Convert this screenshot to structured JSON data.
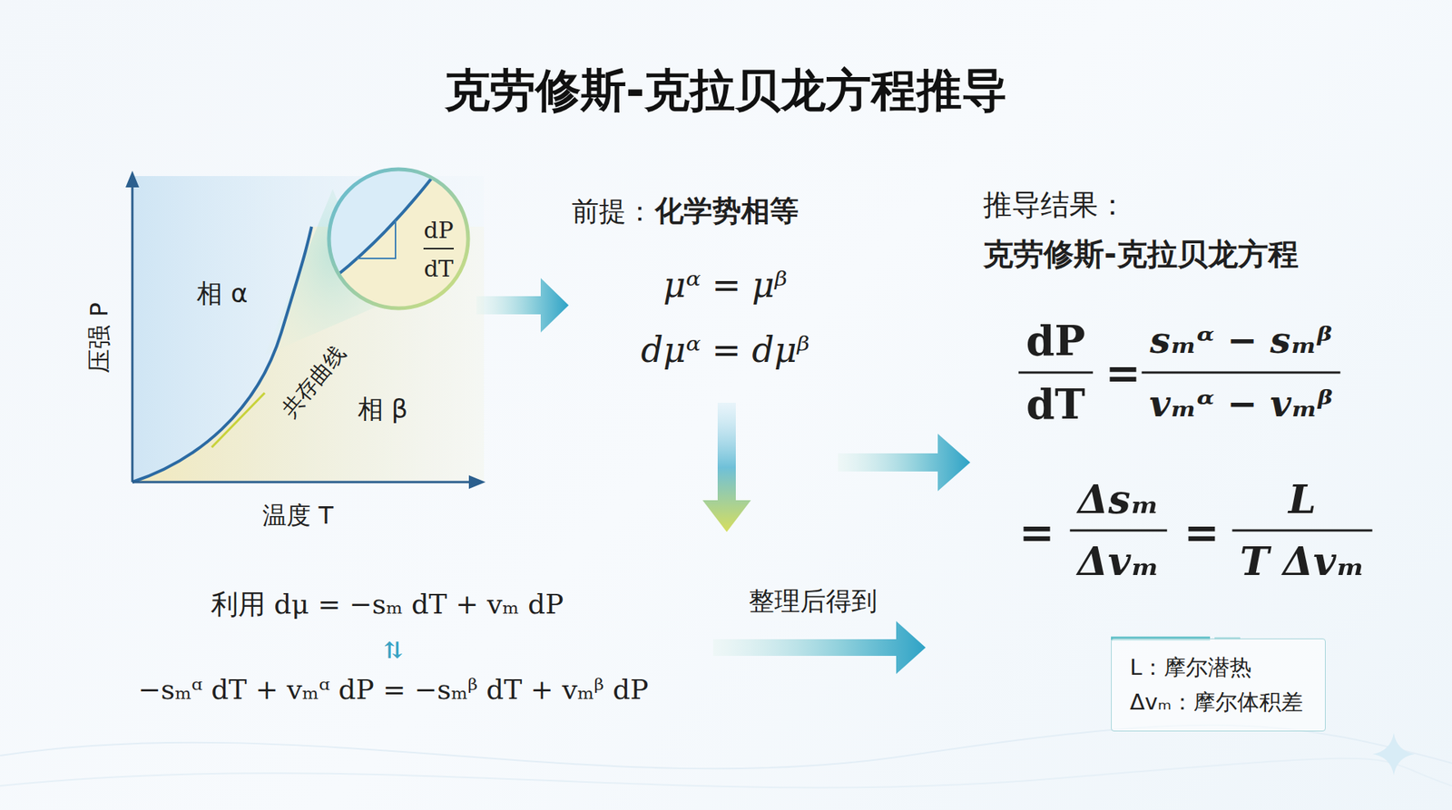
{
  "diagram": {
    "title": "克劳修斯-克拉贝龙方程推导",
    "nodes": [
      {
        "text": [
          "dP",
          "dT"
        ]
      },
      {
        "text": [
          "L：摩尔潜热",
          "Δvₘ：摩尔体积差"
        ]
      }
    ],
    "labels": [
      "压强 P",
      "温度 T",
      "相 α",
      "相 β",
      "共存曲线",
      "前提：",
      "化学势相等",
      "μᵅ = μᵝ",
      "dμᵅ = dμᵝ",
      "利用 dμ = −sₘ dT + vₘ dP",
      "⇅",
      "−sₘᵅ dT + vₘᵅ dP = −sₘᵝ dT + vₘᵝ dP",
      "整理后得到",
      "推导结果：",
      "克劳修斯-克拉贝龙方程",
      "dP",
      "dT",
      "=",
      "sₘᵅ − sₘᵝ",
      "vₘᵅ − vₘᵝ",
      "=",
      "Δsₘ",
      "Δvₘ",
      "=",
      "L",
      "T Δvₘ"
    ]
  }
}
